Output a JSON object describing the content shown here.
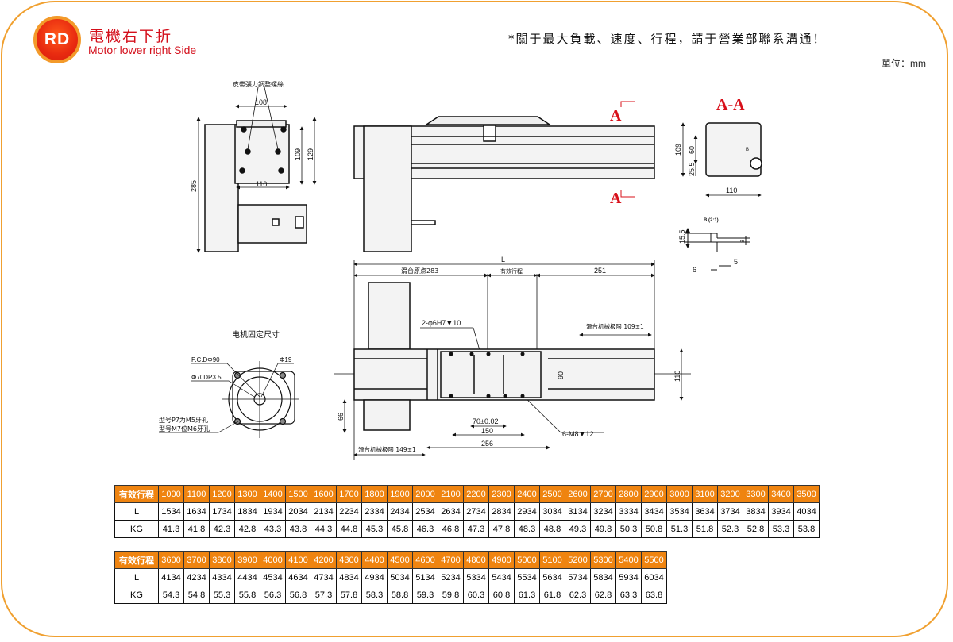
{
  "header": {
    "badge": "RD",
    "title_cn": "電機右下折",
    "title_en": "Motor lower right Side",
    "note": "*關于最大負載、速度、行程，請于營業部聯系溝通！",
    "unit": "單位：mm"
  },
  "colors": {
    "frame": "#f0a030",
    "title": "#d4101c",
    "table_header": "#ef8410",
    "section_label": "#d8101a"
  },
  "drawing": {
    "side_view": {
      "belt_tension_label": "皮帶張力調整螺絲",
      "dim_108": "108",
      "dim_109": "109",
      "dim_129": "129",
      "dim_110": "110",
      "dim_285": "285"
    },
    "front_view": {
      "section_mark_top": "A",
      "section_mark_bottom": "A"
    },
    "section_aa": {
      "label": "A-A",
      "dim_109": "109",
      "dim_60": "60",
      "dim_25_5": "25.5",
      "dim_110": "110",
      "mark_b": "B"
    },
    "detail_b": {
      "label": "B (2:1)",
      "dim_15_5": "15.5",
      "dim_8": "8",
      "dim_5": "5",
      "dim_6": "6"
    },
    "top_view": {
      "dim_L": "L",
      "origin_label": "滑台原点283",
      "stroke_label": "有效行程",
      "dim_251": "251",
      "pin_hole": "2-φ6H7▼10",
      "limit_right": "滑台机械极限 109±1",
      "dim_90": "90",
      "dim_110": "110",
      "dim_66": "66",
      "dim_70": "70±0.02",
      "dim_150": "150",
      "dim_256": "256",
      "tap_holes": "6-M8▼12",
      "limit_left": "滑台机械极限 149±1"
    },
    "motor_mount": {
      "title": "电机固定尺寸",
      "pcd": "P.C.DΦ90",
      "bore": "Φ19",
      "spigot": "Φ70DP3.5",
      "note_p7": "型号P7为M5牙孔",
      "note_m7": "型号M7位M6牙孔"
    }
  },
  "tables": [
    {
      "header_label": "有效行程",
      "row_labels": [
        "L",
        "KG"
      ],
      "strokes": [
        "1000",
        "1100",
        "1200",
        "1300",
        "1400",
        "1500",
        "1600",
        "1700",
        "1800",
        "1900",
        "2000",
        "2100",
        "2200",
        "2300",
        "2400",
        "2500",
        "2600",
        "2700",
        "2800",
        "2900",
        "3000",
        "3100",
        "3200",
        "3300",
        "3400",
        "3500"
      ],
      "L": [
        "1534",
        "1634",
        "1734",
        "1834",
        "1934",
        "2034",
        "2134",
        "2234",
        "2334",
        "2434",
        "2534",
        "2634",
        "2734",
        "2834",
        "2934",
        "3034",
        "3134",
        "3234",
        "3334",
        "3434",
        "3534",
        "3634",
        "3734",
        "3834",
        "3934",
        "4034"
      ],
      "KG": [
        "41.3",
        "41.8",
        "42.3",
        "42.8",
        "43.3",
        "43.8",
        "44.3",
        "44.8",
        "45.3",
        "45.8",
        "46.3",
        "46.8",
        "47.3",
        "47.8",
        "48.3",
        "48.8",
        "49.3",
        "49.8",
        "50.3",
        "50.8",
        "51.3",
        "51.8",
        "52.3",
        "52.8",
        "53.3",
        "53.8"
      ]
    },
    {
      "header_label": "有效行程",
      "row_labels": [
        "L",
        "KG"
      ],
      "strokes": [
        "3600",
        "3700",
        "3800",
        "3900",
        "4000",
        "4100",
        "4200",
        "4300",
        "4400",
        "4500",
        "4600",
        "4700",
        "4800",
        "4900",
        "5000",
        "5100",
        "5200",
        "5300",
        "5400",
        "5500"
      ],
      "L": [
        "4134",
        "4234",
        "4334",
        "4434",
        "4534",
        "4634",
        "4734",
        "4834",
        "4934",
        "5034",
        "5134",
        "5234",
        "5334",
        "5434",
        "5534",
        "5634",
        "5734",
        "5834",
        "5934",
        "6034"
      ],
      "KG": [
        "54.3",
        "54.8",
        "55.3",
        "55.8",
        "56.3",
        "56.8",
        "57.3",
        "57.8",
        "58.3",
        "58.8",
        "59.3",
        "59.8",
        "60.3",
        "60.8",
        "61.3",
        "61.8",
        "62.3",
        "62.8",
        "63.3",
        "63.8"
      ]
    }
  ]
}
